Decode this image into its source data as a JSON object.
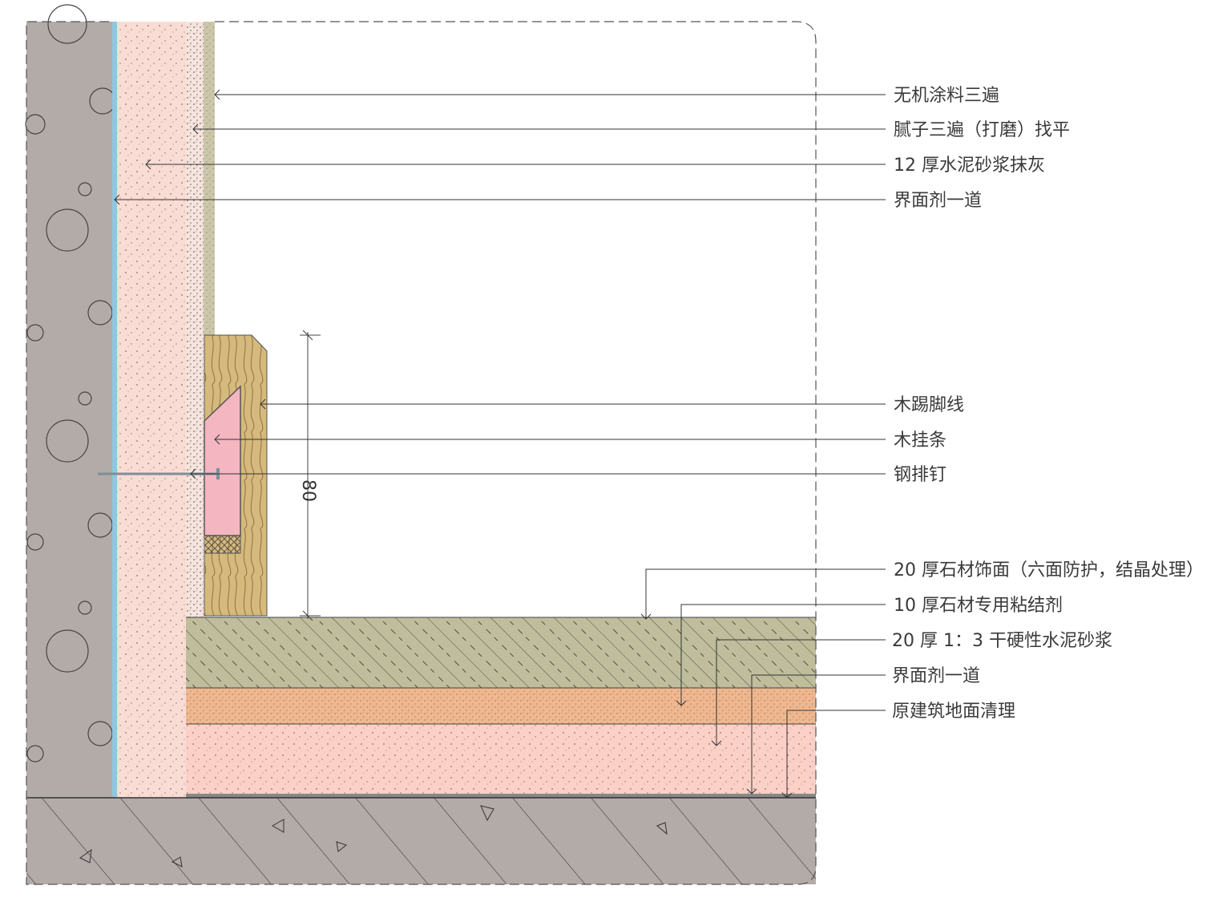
{
  "wall_labels": [
    "无机涂料三遍",
    "腻子三遍（打磨）找平",
    "12 厚水泥砂浆抹灰",
    "界面剂一道"
  ],
  "baseboard_labels": [
    "木踢脚线",
    "木挂条",
    "钢排钉"
  ],
  "floor_labels": [
    "20 厚石材饰面（六面防护，结晶处理）",
    "10 厚石材专用粘结剂",
    "20 厚 1：3 干硬性水泥砂浆",
    "界面剂一道",
    "原建筑地面清理"
  ],
  "dimension": "80",
  "colors": {
    "concrete": "#b3aba8",
    "interface": "#8fc7df",
    "plaster": "#f9dcd4",
    "paint": "#cbc8a9",
    "wood": "#d6b97c",
    "strip": "#f4b6c0",
    "stone": "#bfbd9c",
    "adhesive": "#f1b78e",
    "mortar": "#fbd0c6"
  }
}
